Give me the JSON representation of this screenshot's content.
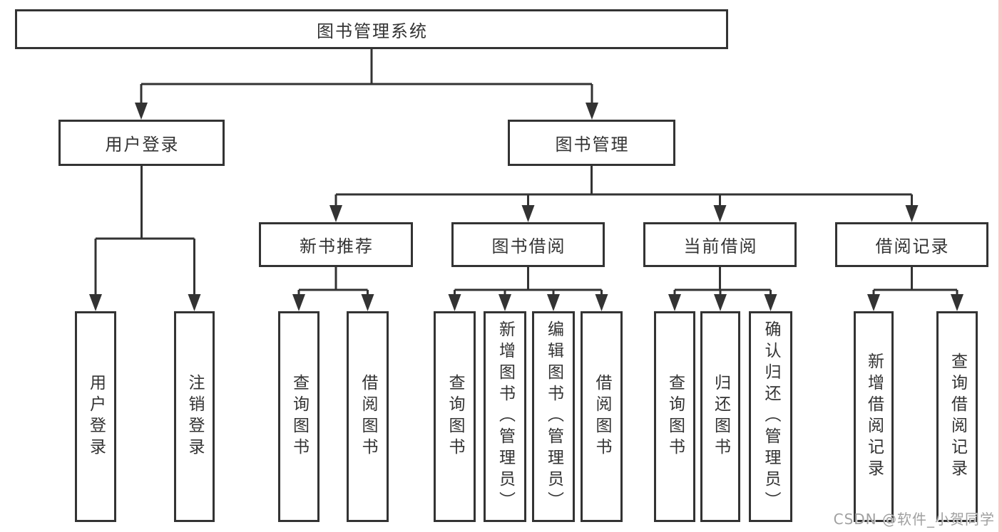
{
  "diagram": {
    "root": "图书管理系统",
    "branches": [
      {
        "label": "用户登录",
        "children": [
          "用户登录",
          "注销登录"
        ]
      },
      {
        "label": "图书管理",
        "children": [
          {
            "label": "新书推荐",
            "children": [
              "查询图书",
              "借阅图书"
            ]
          },
          {
            "label": "图书借阅",
            "children": [
              "查询图书",
              "新增图书（管理员）",
              "编辑图书（管理员）",
              "借阅图书"
            ]
          },
          {
            "label": "当前借阅",
            "children": [
              "查询图书",
              "归还图书",
              "确认归还（管理员）"
            ]
          },
          {
            "label": "借阅记录",
            "children": [
              "新增借阅记录",
              "查询借阅记录"
            ]
          }
        ]
      }
    ]
  },
  "watermark": "CSDN @软件_小贺同学",
  "colors": {
    "line": "#333333",
    "box_border": "#333333",
    "text": "#333333",
    "watermark_text": "#a0a0a0",
    "right_edge_strip": "#f6c9c9"
  }
}
